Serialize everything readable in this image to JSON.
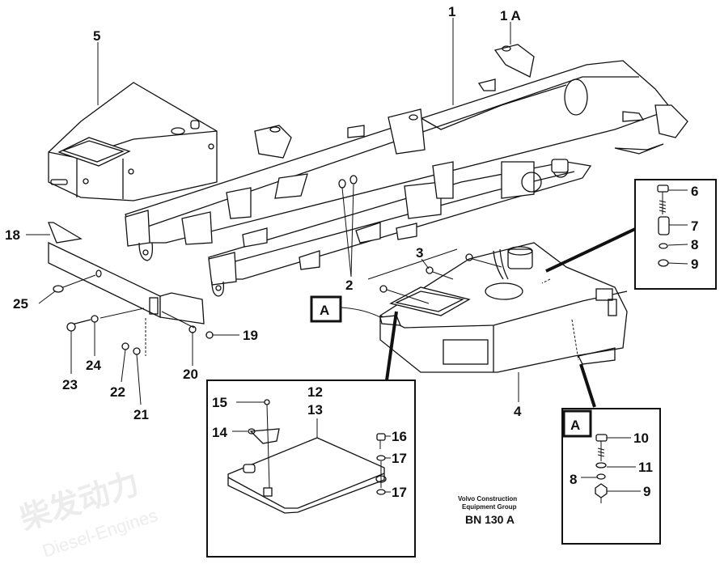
{
  "title_block": {
    "company_line1": "Volvo Construction",
    "company_line2": "Equipment Group",
    "drawing_id": "BN 130 A"
  },
  "watermark": {
    "brand_cn": "柴发动力",
    "brand_en": "Diesel-Engines"
  },
  "callouts": {
    "c1": "1",
    "c1a": "1 A",
    "c2": "2",
    "c3": "3",
    "c4": "4",
    "c5": "5",
    "c18": "18",
    "c19": "19",
    "c20": "20",
    "c21": "21",
    "c22": "22",
    "c23": "23",
    "c24": "24",
    "c25": "25"
  },
  "detail_upper_right": {
    "items": [
      "6",
      "7",
      "8",
      "9"
    ]
  },
  "detail_cover": {
    "c12": "12",
    "c13": "13",
    "c14": "14",
    "c15": "15",
    "c16": "16",
    "c17a": "17",
    "c17b": "17"
  },
  "detail_A": {
    "tag": "A",
    "c10": "10",
    "c11": "11",
    "c8": "8",
    "c9": "9"
  },
  "ref_tag": "A",
  "colors": {
    "ink": "#111111",
    "paper": "#ffffff",
    "watermark": "#ececec"
  }
}
